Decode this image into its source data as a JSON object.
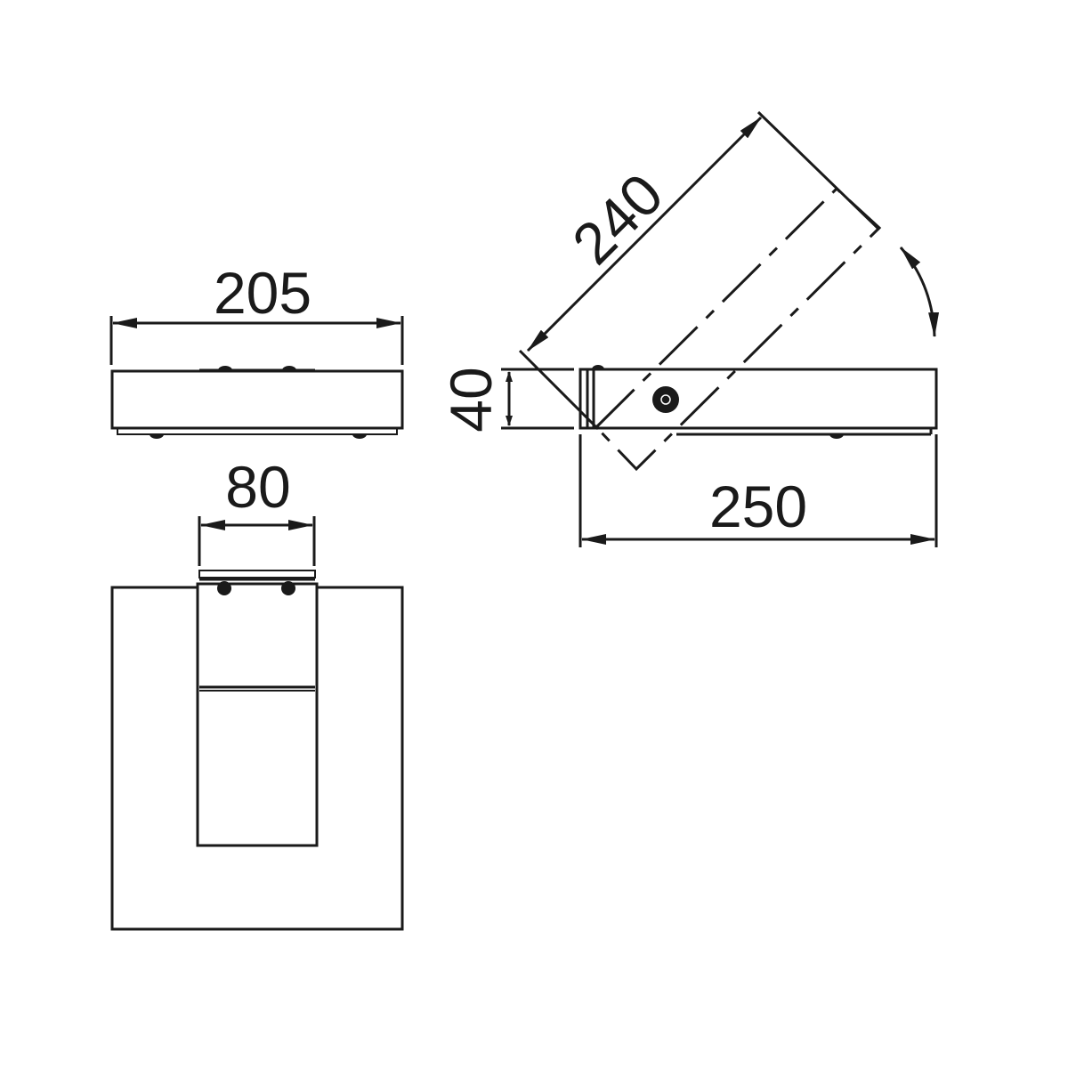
{
  "drawing": {
    "dimensions": {
      "width_top_view": "205",
      "bracket_width": "80",
      "length_side_view": "250",
      "height_side_view": "40",
      "rotated_length": "240"
    },
    "colors": {
      "line": "#1a1a1a",
      "background": "#ffffff"
    }
  }
}
